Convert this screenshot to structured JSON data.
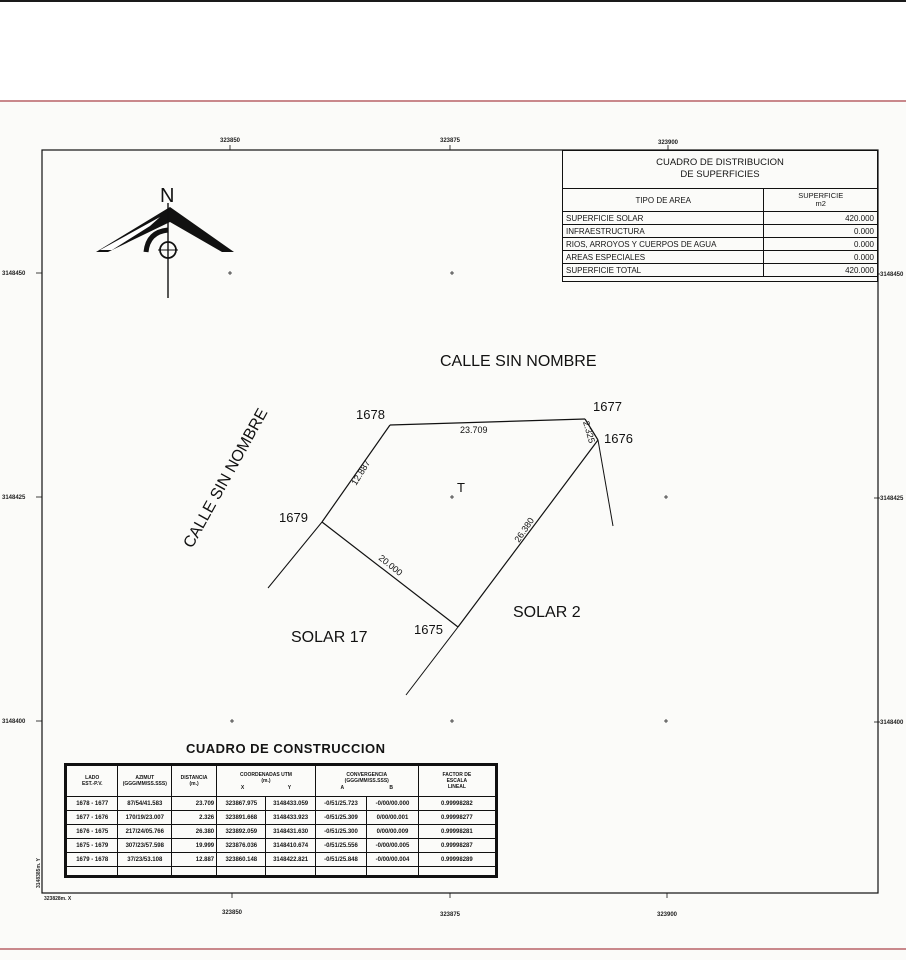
{
  "grid": {
    "x_top": [
      "323850",
      "323875",
      "323900"
    ],
    "x_bottom": [
      "323850",
      "323875",
      "323900"
    ],
    "y_left": [
      "3148450",
      "3148425",
      "3148400"
    ],
    "y_right": [
      "3148450",
      "3148425",
      "3148400"
    ],
    "corner_y": "3148385m. Y",
    "corner_x": "323828m. X"
  },
  "north": {
    "label": "N"
  },
  "streets": {
    "north": "CALLE SIN NOMBRE",
    "west": "CALLE SIN NOMBRE"
  },
  "points": {
    "p1675": "1675",
    "p1676": "1676",
    "p1677": "1677",
    "p1678": "1678",
    "p1679": "1679"
  },
  "lot_label": "T",
  "neighbors": {
    "solar17": "SOLAR 17",
    "solar2": "SOLAR 2"
  },
  "distances": {
    "d1678_1677": "23.709",
    "d1677_1676": "2.325",
    "d1676_1675": "26.380",
    "d1675_1679": "20.000",
    "d1679_1678": "12.887"
  },
  "distribution_table": {
    "title_line1": "CUADRO DE DISTRIBUCION",
    "title_line2": "DE SUPERFICIES",
    "col_tipo": "TIPO DE AREA",
    "col_superficie_1": "SUPERFICIE",
    "col_superficie_2": "m2",
    "rows": [
      {
        "tipo": "SUPERFICIE SOLAR",
        "valor": "420.000"
      },
      {
        "tipo": "INFRAESTRUCTURA",
        "valor": "0.000"
      },
      {
        "tipo": "RIOS, ARROYOS Y CUERPOS DE AGUA",
        "valor": "0.000"
      },
      {
        "tipo": "AREAS ESPECIALES",
        "valor": "0.000"
      },
      {
        "tipo": "SUPERFICIE TOTAL",
        "valor": "420.000"
      }
    ]
  },
  "construction_table": {
    "title": "CUADRO  DE  CONSTRUCCION",
    "headers": {
      "lado_1": "LADO",
      "lado_2": "EST.-P.V.",
      "azimut_1": "AZIMUT",
      "azimut_2": "(GGG/MM/SS.SSS)",
      "dist_1": "DISTANCIA",
      "dist_2": "(m.)",
      "coord_1": "COORDENADAS UTM",
      "coord_2": "(m.)",
      "coord_x": "X",
      "coord_y": "Y",
      "conv_1": "CONVERGENCIA",
      "conv_2": "(GGG/MM/SS.SSS)",
      "conv_a": "A",
      "conv_b": "B",
      "factor_1": "FACTOR DE",
      "factor_2": "ESCALA",
      "factor_3": "LINEAL"
    },
    "rows": [
      {
        "lado": "1678 - 1677",
        "azimut": "87/54/41.583",
        "dist": "23.709",
        "x": "323867.975",
        "y": "3148433.059",
        "a": "-0/51/25.723",
        "b": "-0/00/00.000",
        "factor": "0.99998282"
      },
      {
        "lado": "1677 - 1676",
        "azimut": "170/19/23.007",
        "dist": "2.326",
        "x": "323891.668",
        "y": "3148433.923",
        "a": "-0/51/25.309",
        "b": "0/00/00.001",
        "factor": "0.99998277"
      },
      {
        "lado": "1676 - 1675",
        "azimut": "217/24/05.766",
        "dist": "26.380",
        "x": "323892.059",
        "y": "3148431.630",
        "a": "-0/51/25.300",
        "b": "0/00/00.009",
        "factor": "0.99998281"
      },
      {
        "lado": "1675 - 1679",
        "azimut": "307/23/57.598",
        "dist": "19.999",
        "x": "323876.036",
        "y": "3148410.674",
        "a": "-0/51/25.556",
        "b": "-0/00/00.005",
        "factor": "0.99998287"
      },
      {
        "lado": "1679 - 1678",
        "azimut": "37/23/53.108",
        "dist": "12.887",
        "x": "323860.148",
        "y": "3148422.821",
        "a": "-0/51/25.848",
        "b": "-0/00/00.004",
        "factor": "0.99998289"
      }
    ]
  }
}
